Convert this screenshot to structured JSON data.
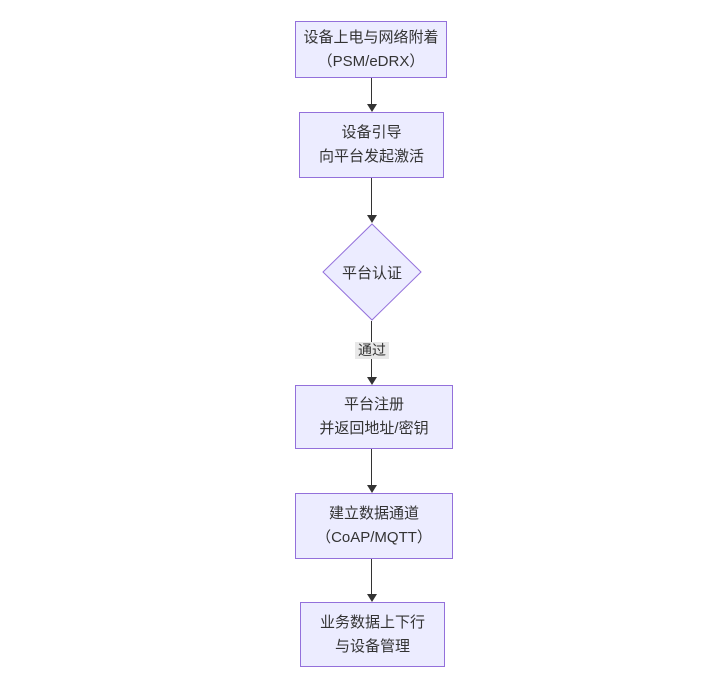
{
  "diagram": {
    "type": "flowchart",
    "direction": "top-down",
    "colors": {
      "background": "#ffffff",
      "node_fill": "#ECECFF",
      "node_border": "#9370DB",
      "text_color": "#333333",
      "edge_color": "#333333",
      "label_bg": "#e8e8e8"
    },
    "nodes": [
      {
        "id": "power-attach",
        "shape": "rect",
        "text": "设备上电与网络附着\n（PSM/eDRX）"
      },
      {
        "id": "bootstrap",
        "shape": "rect",
        "text": "设备引导\n向平台发起激活"
      },
      {
        "id": "auth",
        "shape": "diamond",
        "text": "平台认证"
      },
      {
        "id": "register",
        "shape": "rect",
        "text": "平台注册\n并返回地址/密钥"
      },
      {
        "id": "data-channel",
        "shape": "rect",
        "text": "建立数据通道\n（CoAP/MQTT）"
      },
      {
        "id": "business",
        "shape": "rect",
        "text": "业务数据上下行\n与设备管理"
      }
    ],
    "edges": [
      {
        "from": "power-attach",
        "to": "bootstrap",
        "label": ""
      },
      {
        "from": "bootstrap",
        "to": "auth",
        "label": ""
      },
      {
        "from": "auth",
        "to": "register",
        "label": "通过"
      },
      {
        "from": "register",
        "to": "data-channel",
        "label": ""
      },
      {
        "from": "data-channel",
        "to": "business",
        "label": ""
      }
    ]
  }
}
